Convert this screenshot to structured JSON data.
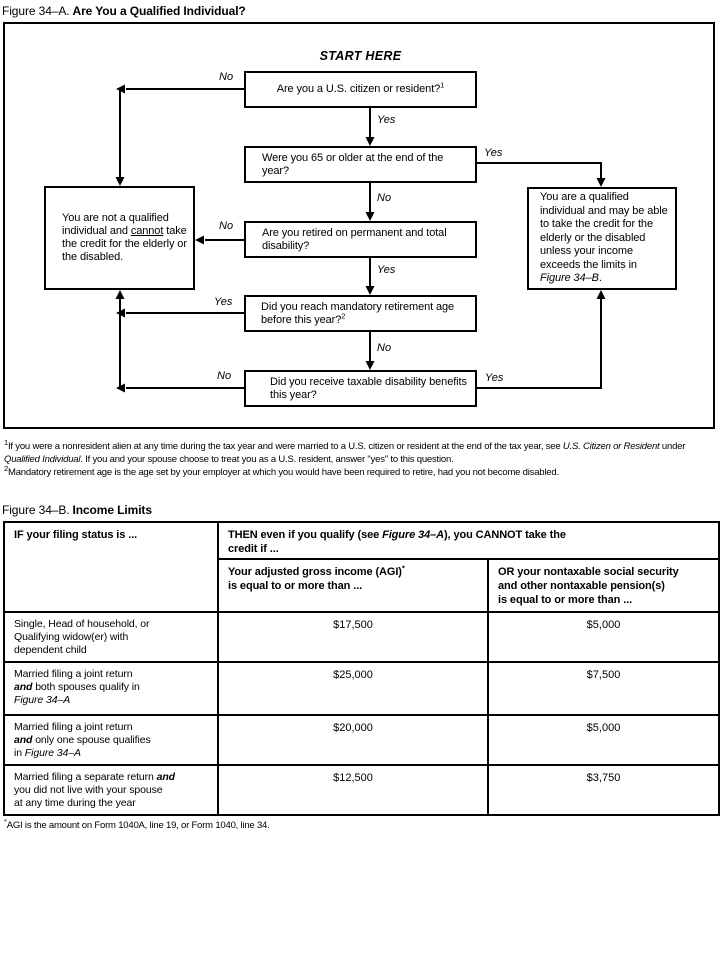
{
  "colors": {
    "ink": "#000000",
    "paper": "#ffffff"
  },
  "figure_a": {
    "title_prefix": "Figure 34–A.",
    "title": "Are You a Qualified Individual?",
    "start_here": "START HERE",
    "labels": {
      "yes": "Yes",
      "no": "No"
    },
    "boxes": {
      "citizen": [
        {
          "t": "Are you a U.S. citizen or resident?"
        },
        {
          "t": "1",
          "s": "sup"
        }
      ],
      "age65": "Were you 65 or older at the end of the year?",
      "retired": "Are you retired on permanent and total disability?",
      "mandatory": [
        {
          "t": "Did you reach mandatory retirement age before this year?"
        },
        {
          "t": "2",
          "s": "sup"
        }
      ],
      "benefits": "Did you receive taxable disability benefits this year?",
      "not_qualified": [
        {
          "t": "You are not a qualified individual and "
        },
        {
          "t": "cannot",
          "s": "u"
        },
        {
          "t": " take the credit for the elderly or the disabled."
        }
      ],
      "qualified": [
        {
          "t": "You are a qualified individual and may be able to take the credit for the elderly or the disabled unless your income exceeds the limits in "
        },
        {
          "t": "Figure 34–B",
          "s": "i"
        },
        {
          "t": "."
        }
      ]
    },
    "footnotes": [
      [
        {
          "t": "1",
          "s": "sup"
        },
        {
          "t": "If you were a nonresident alien at any time during the tax year and were married to a U.S. citizen or resident at the end of the tax year, see "
        },
        {
          "t": "U.S. Citizen or Resident",
          "s": "i"
        },
        {
          "t": " under "
        },
        {
          "t": "Qualified Individual",
          "s": "i"
        },
        {
          "t": ". If you and your spouse choose to treat you as a U.S. resident, answer \"yes\" to this question."
        }
      ],
      [
        {
          "t": "2",
          "s": "sup"
        },
        {
          "t": "Mandatory retirement age is the age set by your employer at which you would have been required to retire, had you not become disabled."
        }
      ]
    ]
  },
  "figure_b": {
    "title_prefix": "Figure 34–B.",
    "title": "Income Limits",
    "header": {
      "filing_status": "IF your filing status is ...",
      "then": [
        {
          "t": "THEN even if you qualify (see "
        },
        {
          "t": "Figure 34–A",
          "s": "i"
        },
        {
          "t": "), you CANNOT take the\ncredit if ..."
        }
      ],
      "agi": [
        {
          "t": "Your adjusted gross income (AGI)"
        },
        {
          "t": "*",
          "s": "sup"
        },
        {
          "t": "\nis equal to or more than ..."
        }
      ],
      "social_security": "OR your nontaxable social security\nand other nontaxable pension(s)\nis equal to or more than ..."
    },
    "rows": [
      {
        "status": [
          {
            "t": "Single, Head of household, or\nQualifying widow(er) with\ndependent child"
          }
        ],
        "agi": "$17,500",
        "ss": "$5,000"
      },
      {
        "status": [
          {
            "t": "Married filing a joint return\n"
          },
          {
            "t": "and",
            "s": "bi"
          },
          {
            "t": " both spouses qualify in\n"
          },
          {
            "t": "Figure 34–A",
            "s": "i"
          }
        ],
        "agi": "$25,000",
        "ss": "$7,500"
      },
      {
        "status": [
          {
            "t": "Married filing a joint return\n"
          },
          {
            "t": "and",
            "s": "bi"
          },
          {
            "t": " only one spouse qualifies\nin "
          },
          {
            "t": "Figure 34–A",
            "s": "i"
          }
        ],
        "agi": "$20,000",
        "ss": "$5,000"
      },
      {
        "status": [
          {
            "t": "Married filing a separate return "
          },
          {
            "t": "and",
            "s": "bi"
          },
          {
            "t": "\nyou did not live with your spouse\nat any time during the year"
          }
        ],
        "agi": "$12,500",
        "ss": "$3,750"
      }
    ],
    "footnote": [
      {
        "t": "*",
        "s": "sup"
      },
      {
        "t": "AGI is the amount on Form 1040A, line 19, or Form 1040, line 34."
      }
    ]
  }
}
